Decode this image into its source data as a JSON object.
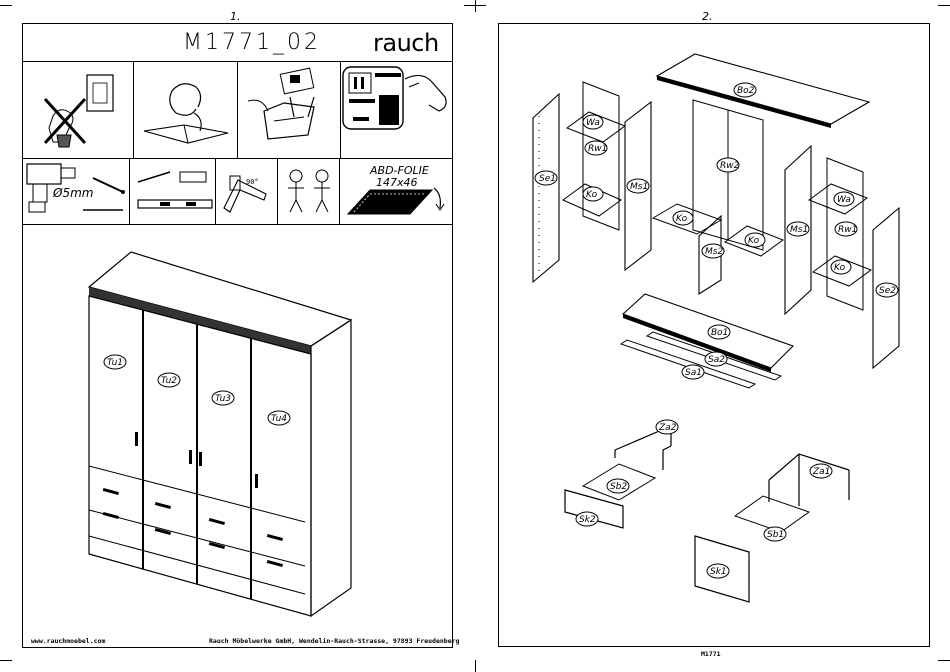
{
  "page_left": {
    "number": "1.",
    "title": "M1771_02",
    "brand": "rauch",
    "drill_size": "Ø5mm",
    "angle_label": "90°",
    "foil_label_line1": "ABD-FOLIE",
    "foil_label_line2": "147x46",
    "website": "www.rauchmoebel.com",
    "company": "Rauch Möbelwerke GmbH, Wendelin-Rauch-Strasse, 97893 Freudenberg",
    "cabinet_labels": [
      "Tu1",
      "Tu2",
      "Tu3",
      "Tu4"
    ]
  },
  "page_right": {
    "number": "2.",
    "footer_code": "M1771",
    "part_labels": {
      "bo2": "Bo2",
      "wa_left": "Wa",
      "rw1_left": "Rw1",
      "se1": "Se1",
      "ko_left": "Ko",
      "ms1_left": "Ms1",
      "rw2": "Rw2",
      "ko_mid1": "Ko",
      "ko_mid2": "Ko",
      "ms2": "Ms2",
      "ms1_right": "Ms1",
      "wa_right": "Wa",
      "rw1_right": "Rw1",
      "ko_right": "Ko",
      "se2": "Se2",
      "bo1": "Bo1",
      "sa2": "Sa2",
      "sa1": "Sa1",
      "za2": "Za2",
      "sb2": "Sb2",
      "sk2": "Sk2",
      "za1": "Za1",
      "sb1": "Sb1",
      "sk1": "Sk1"
    }
  }
}
